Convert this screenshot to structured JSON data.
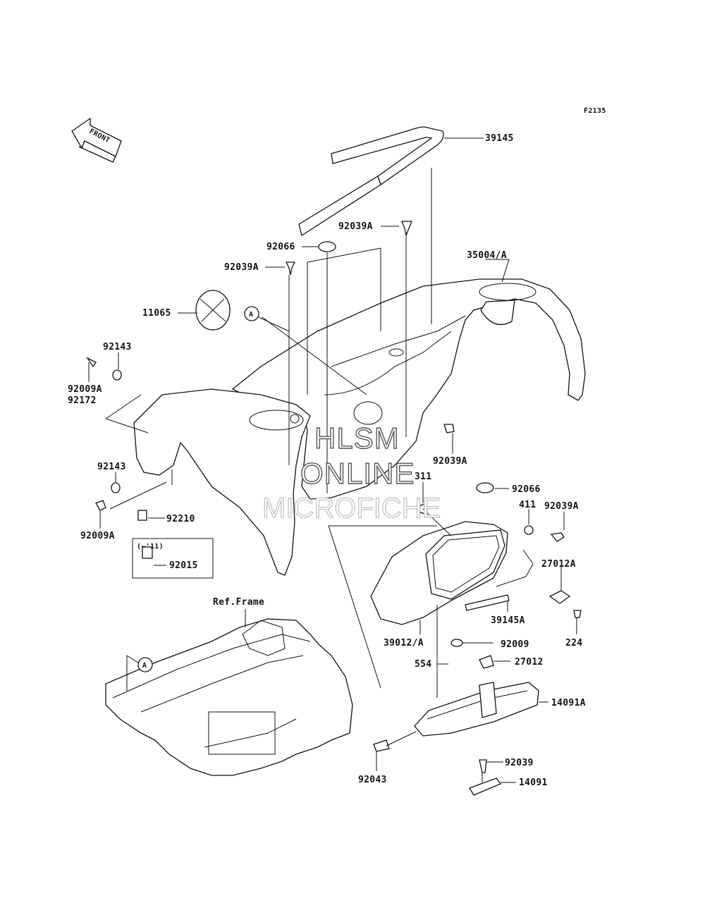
{
  "diagram": {
    "code": "F2135",
    "front_arrow_label": "FRONT",
    "ref_frame_label": "Ref.Frame",
    "inset_label": "(~'11)",
    "callout_a": "A",
    "watermark": {
      "line1": "HLSM",
      "line2": "ONLINE",
      "line3": "MICROFICHE"
    }
  },
  "parts": {
    "p39145": "39145",
    "p92039a_top": "92039A",
    "p92066_top": "92066",
    "p35004a": "35004/A",
    "p92039a_left": "92039A",
    "p11065": "11065",
    "p92143_top": "92143",
    "p92009a_top": "92009A",
    "p92172": "92172",
    "p92039a_mid": "92039A",
    "p92143_low": "92143",
    "p92009a_low": "92009A",
    "p92210": "92210",
    "p92015": "92015",
    "p311": "311",
    "p92066_low": "92066",
    "p411": "411",
    "p92039a_right": "92039A",
    "p27012a": "27012A",
    "p39145a": "39145A",
    "p224": "224",
    "p39012a": "39012/A",
    "p92009": "92009",
    "p554": "554",
    "p27012": "27012",
    "p14091a": "14091A",
    "p92043": "92043",
    "p92039": "92039",
    "p14091": "14091"
  }
}
